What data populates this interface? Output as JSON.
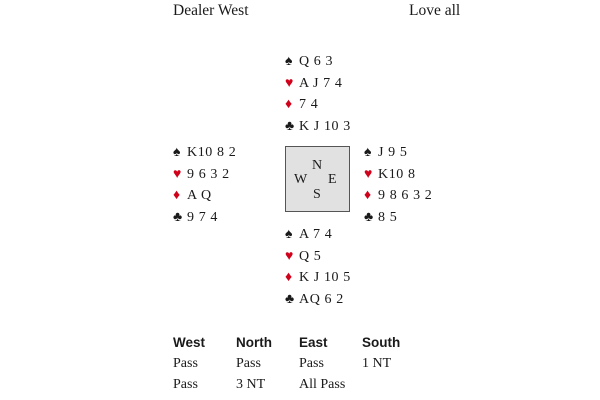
{
  "header": {
    "dealer": "Dealer West",
    "vulnerability": "Love all"
  },
  "colors": {
    "red_suit": "#d0021b",
    "black_suit": "#1a1a1a",
    "compass_bg": "#e1e1e1"
  },
  "suits": {
    "spades": {
      "glyph": "♠",
      "color": "black"
    },
    "hearts": {
      "glyph": "♥",
      "color": "red"
    },
    "diamonds": {
      "glyph": "♦",
      "color": "red"
    },
    "clubs": {
      "glyph": "♣",
      "color": "black"
    }
  },
  "hands": {
    "north": {
      "spades": "Q 6 3",
      "hearts": "A J 7 4",
      "diamonds": "7 4",
      "clubs": "K J 10 3"
    },
    "west": {
      "spades": "K10 8 2",
      "hearts": "9 6 3 2",
      "diamonds": "A Q",
      "clubs": "9 7 4"
    },
    "east": {
      "spades": "J 9 5",
      "hearts": "K10 8",
      "diamonds": "9 8 6 3 2",
      "clubs": "8 5"
    },
    "south": {
      "spades": "A 7 4",
      "hearts": "Q 5",
      "diamonds": "K J 10 5",
      "clubs": "AQ 6 2"
    }
  },
  "compass": {
    "n": "N",
    "s": "S",
    "e": "E",
    "w": "W"
  },
  "auction": {
    "headers": [
      "West",
      "North",
      "East",
      "South"
    ],
    "rows": [
      [
        "Pass",
        "Pass",
        "Pass",
        "1 NT"
      ],
      [
        "Pass",
        "3 NT",
        "All Pass",
        ""
      ]
    ]
  }
}
